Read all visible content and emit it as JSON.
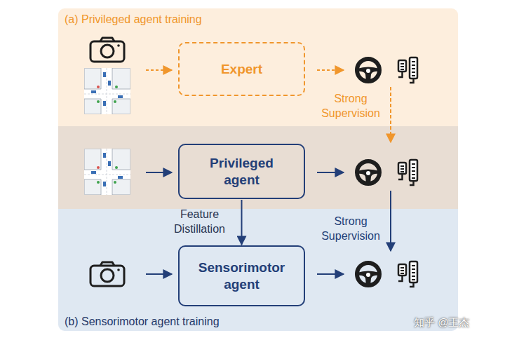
{
  "diagram": {
    "nodes": [
      {
        "text": [
          "(a) Privileged agent training"
        ]
      },
      {
        "text": [
          "Expert"
        ],
        "in": 0
      },
      {
        "text": [
          "Privileged agent"
        ],
        "in": 0
      },
      {
        "text": [
          "(b) Sensorimotor agent training"
        ]
      },
      {
        "text": [
          "Sensorimotor agent"
        ],
        "in": 3
      }
    ],
    "edges": [
      {
        "from": 2,
        "to": 4,
        "arrow": "to",
        "label": "Feature Distillation"
      }
    ],
    "labels": [
      "Strong Supervision",
      "Strong Supervision",
      "知乎 @王杰"
    ]
  }
}
